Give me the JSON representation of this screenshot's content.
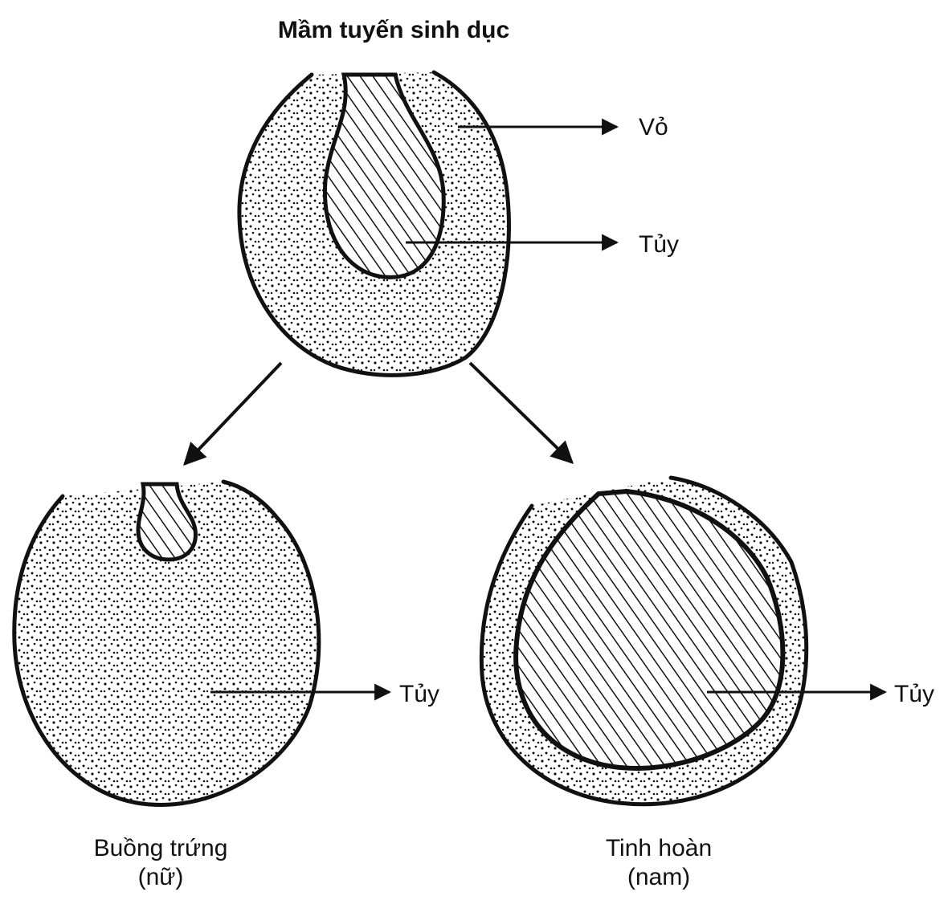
{
  "diagram": {
    "title": "Mầm tuyến sinh dục",
    "top_labels": {
      "cortex": "Vỏ",
      "medulla": "Tủy"
    },
    "ovary": {
      "medulla_label": "Tủy",
      "caption_line1": "Buồng trứng",
      "caption_line2": "(nữ)"
    },
    "testis": {
      "medulla_label": "Tủy",
      "caption_line1": "Tinh hoàn",
      "caption_line2": "(nam)"
    },
    "colors": {
      "ink": "#111111",
      "background": "#ffffff"
    }
  }
}
